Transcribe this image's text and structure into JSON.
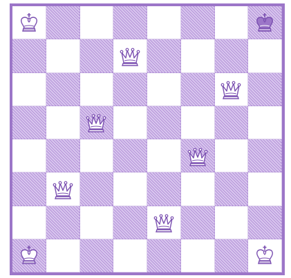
{
  "colors": {
    "frame": "#9c76c8",
    "piece_stroke": "#7a4fb0",
    "piece_fill_light": "#ffffff",
    "piece_fill_dark": "#9c76c8"
  },
  "board": {
    "size": 8,
    "pieces": [
      {
        "row": 0,
        "col": 0,
        "piece": "king",
        "color": "white"
      },
      {
        "row": 0,
        "col": 7,
        "piece": "king",
        "color": "black"
      },
      {
        "row": 1,
        "col": 3,
        "piece": "queen",
        "color": "white"
      },
      {
        "row": 2,
        "col": 6,
        "piece": "queen",
        "color": "white"
      },
      {
        "row": 3,
        "col": 2,
        "piece": "queen",
        "color": "white"
      },
      {
        "row": 4,
        "col": 5,
        "piece": "queen",
        "color": "white"
      },
      {
        "row": 5,
        "col": 1,
        "piece": "queen",
        "color": "white"
      },
      {
        "row": 6,
        "col": 4,
        "piece": "queen",
        "color": "white"
      },
      {
        "row": 7,
        "col": 0,
        "piece": "king",
        "color": "white"
      },
      {
        "row": 7,
        "col": 7,
        "piece": "king",
        "color": "white"
      }
    ]
  }
}
